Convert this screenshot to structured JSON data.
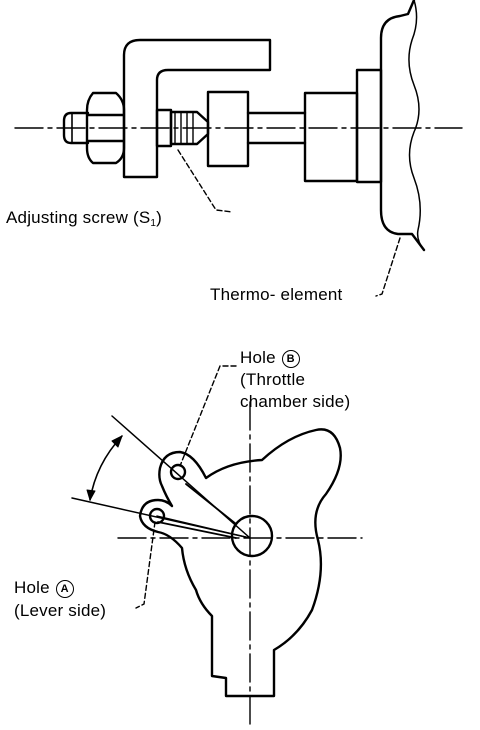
{
  "top_diagram": {
    "adjusting_screw": {
      "text": "Adjusting screw (S",
      "subscript": "1",
      "close": ")"
    },
    "thermo_element": "Thermo- element"
  },
  "bottom_diagram": {
    "hole_b": {
      "prefix": "Hole",
      "mark": "B",
      "line2": "(Throttle",
      "line3": "chamber side)"
    },
    "hole_a": {
      "prefix": "Hole",
      "mark": "A",
      "line2": "(Lever side)"
    }
  },
  "colors": {
    "ink": "#000000",
    "paper": "#ffffff"
  }
}
